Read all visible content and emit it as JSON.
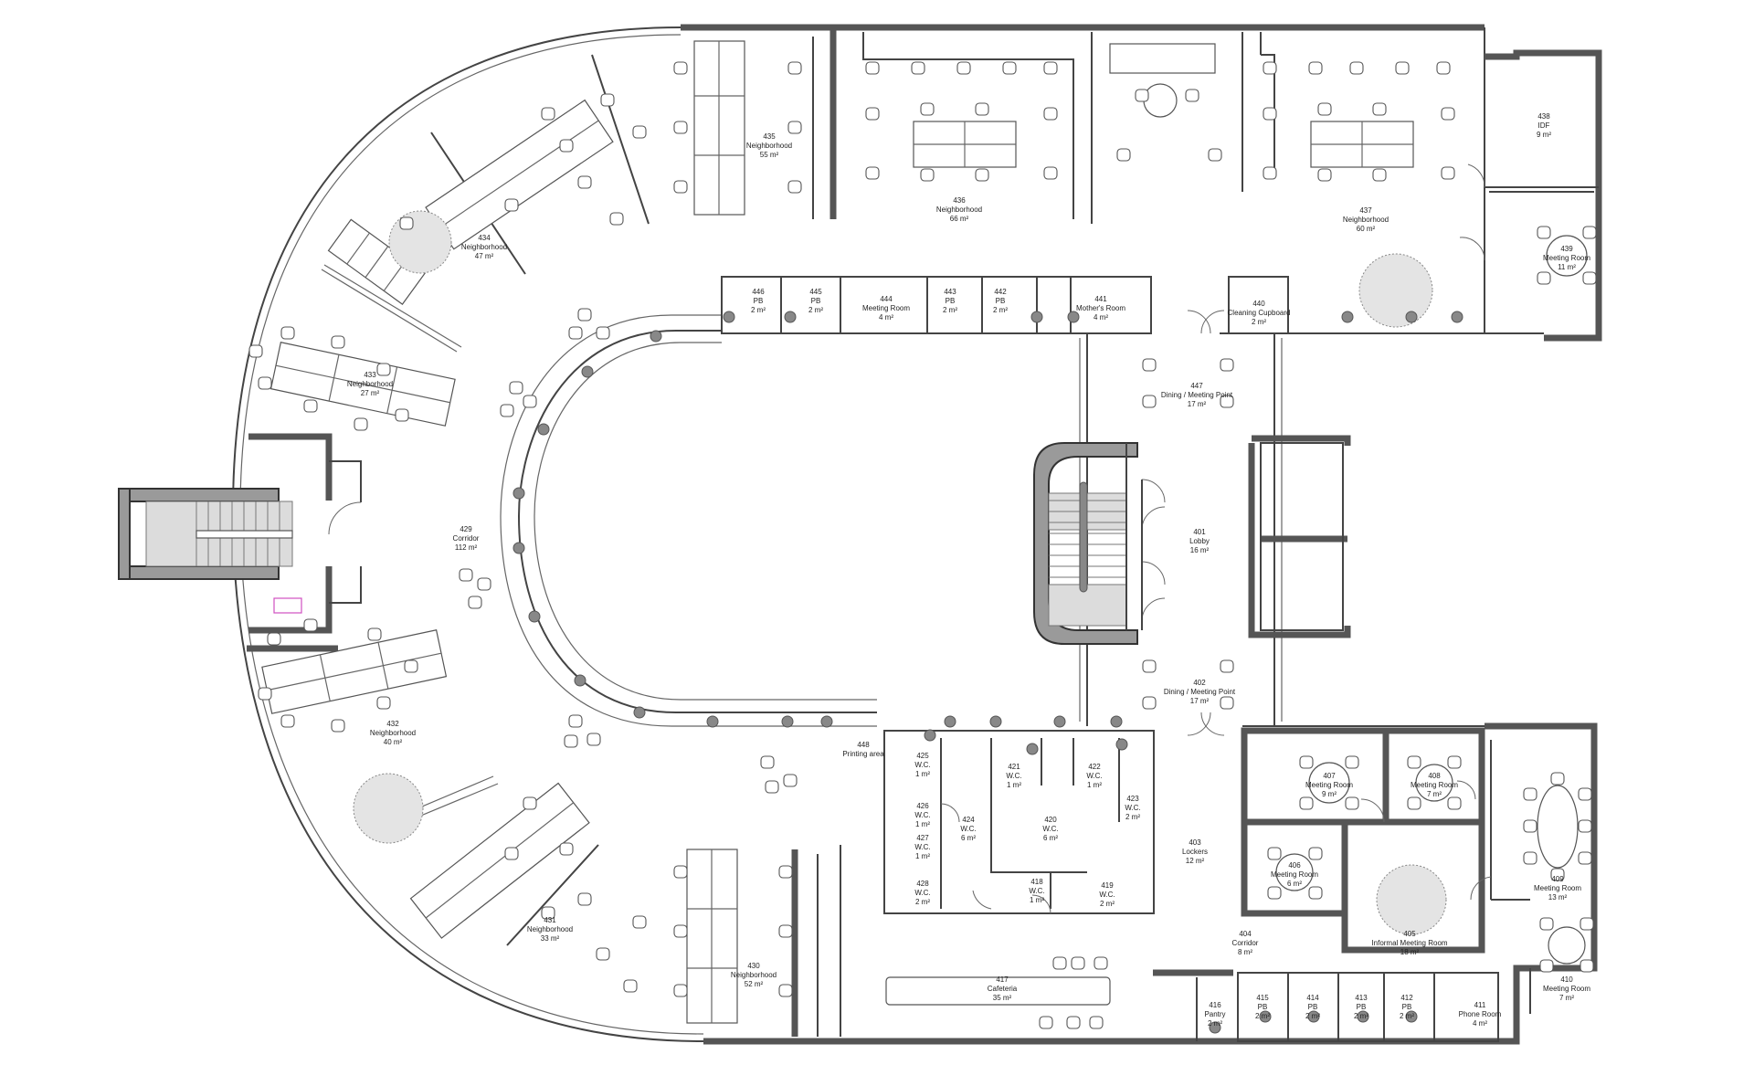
{
  "rooms": [
    {
      "id": "r401",
      "number": "401",
      "name": "Lobby",
      "area": "16 m²"
    },
    {
      "id": "r402",
      "number": "402",
      "name": "Dining / Meeting Point",
      "area": "17 m²"
    },
    {
      "id": "r403",
      "number": "403",
      "name": "Lockers",
      "area": "12 m²"
    },
    {
      "id": "r404",
      "number": "404",
      "name": "Corridor",
      "area": "8 m²"
    },
    {
      "id": "r405",
      "number": "405",
      "name": "Informal Meeting Room",
      "area": "18 m²"
    },
    {
      "id": "r406",
      "number": "406",
      "name": "Meeting Room",
      "area": "6 m²"
    },
    {
      "id": "r407",
      "number": "407",
      "name": "Meeting Room",
      "area": "9 m²"
    },
    {
      "id": "r408",
      "number": "408",
      "name": "Meeting Room",
      "area": "7 m²"
    },
    {
      "id": "r409",
      "number": "409",
      "name": "Meeting Room",
      "area": "13 m²"
    },
    {
      "id": "r410",
      "number": "410",
      "name": "Meeting Room",
      "area": "7 m²"
    },
    {
      "id": "r411",
      "number": "411",
      "name": "Phone Room",
      "area": "4 m²"
    },
    {
      "id": "r412",
      "number": "412",
      "name": "PB",
      "area": "2 m²"
    },
    {
      "id": "r413",
      "number": "413",
      "name": "PB",
      "area": "2 m²"
    },
    {
      "id": "r414",
      "number": "414",
      "name": "PB",
      "area": "2 m²"
    },
    {
      "id": "r415",
      "number": "415",
      "name": "PB",
      "area": "2 m²"
    },
    {
      "id": "r416",
      "number": "416",
      "name": "Pantry",
      "area": "2 m²"
    },
    {
      "id": "r417",
      "number": "417",
      "name": "Cafeteria",
      "area": "35 m²"
    },
    {
      "id": "r418",
      "number": "418",
      "name": "W.C.",
      "area": "1 m²"
    },
    {
      "id": "r419",
      "number": "419",
      "name": "W.C.",
      "area": "2 m²"
    },
    {
      "id": "r420",
      "number": "420",
      "name": "W.C.",
      "area": "6 m²"
    },
    {
      "id": "r421",
      "number": "421",
      "name": "W.C.",
      "area": "1 m²"
    },
    {
      "id": "r422",
      "number": "422",
      "name": "W.C.",
      "area": "1 m²"
    },
    {
      "id": "r423",
      "number": "423",
      "name": "W.C.",
      "area": "2 m²"
    },
    {
      "id": "r424",
      "number": "424",
      "name": "W.C.",
      "area": "6 m²"
    },
    {
      "id": "r425",
      "number": "425",
      "name": "W.C.",
      "area": "1 m²"
    },
    {
      "id": "r426",
      "number": "426",
      "name": "W.C.",
      "area": "1 m²"
    },
    {
      "id": "r427",
      "number": "427",
      "name": "W.C.",
      "area": "1 m²"
    },
    {
      "id": "r428",
      "number": "428",
      "name": "W.C.",
      "area": "2 m²"
    },
    {
      "id": "r429",
      "number": "429",
      "name": "Corridor",
      "area": "112 m²"
    },
    {
      "id": "r430",
      "number": "430",
      "name": "Neighborhood",
      "area": "52 m²"
    },
    {
      "id": "r431",
      "number": "431",
      "name": "Neighborhood",
      "area": "33 m²"
    },
    {
      "id": "r432",
      "number": "432",
      "name": "Neighborhood",
      "area": "40 m²"
    },
    {
      "id": "r433",
      "number": "433",
      "name": "Neighborhood",
      "area": "27 m²"
    },
    {
      "id": "r434",
      "number": "434",
      "name": "Neighborhood",
      "area": "47 m²"
    },
    {
      "id": "r435",
      "number": "435",
      "name": "Neighborhood",
      "area": "55 m²"
    },
    {
      "id": "r436",
      "number": "436",
      "name": "Neighborhood",
      "area": "66 m²"
    },
    {
      "id": "r437",
      "number": "437",
      "name": "Neighborhood",
      "area": "60 m²"
    },
    {
      "id": "r438",
      "number": "438",
      "name": "IDF",
      "area": "9 m²"
    },
    {
      "id": "r439",
      "number": "439",
      "name": "Meeting Room",
      "area": "11 m²"
    },
    {
      "id": "r440",
      "number": "440",
      "name": "Cleaning Cupboard",
      "area": "2 m²"
    },
    {
      "id": "r441",
      "number": "441",
      "name": "Mother's Room",
      "area": "4 m²"
    },
    {
      "id": "r442",
      "number": "442",
      "name": "PB",
      "area": "2 m²"
    },
    {
      "id": "r443",
      "number": "443",
      "name": "PB",
      "area": "2 m²"
    },
    {
      "id": "r444",
      "number": "444",
      "name": "Meeting Room",
      "area": "4 m²"
    },
    {
      "id": "r445",
      "number": "445",
      "name": "PB",
      "area": "2 m²"
    },
    {
      "id": "r446",
      "number": "446",
      "name": "PB",
      "area": "2 m²"
    },
    {
      "id": "r447",
      "number": "447",
      "name": "Dining / Meeting Point",
      "area": "17 m²"
    },
    {
      "id": "r448",
      "number": "448",
      "name": "Printing area",
      "area": ""
    }
  ]
}
